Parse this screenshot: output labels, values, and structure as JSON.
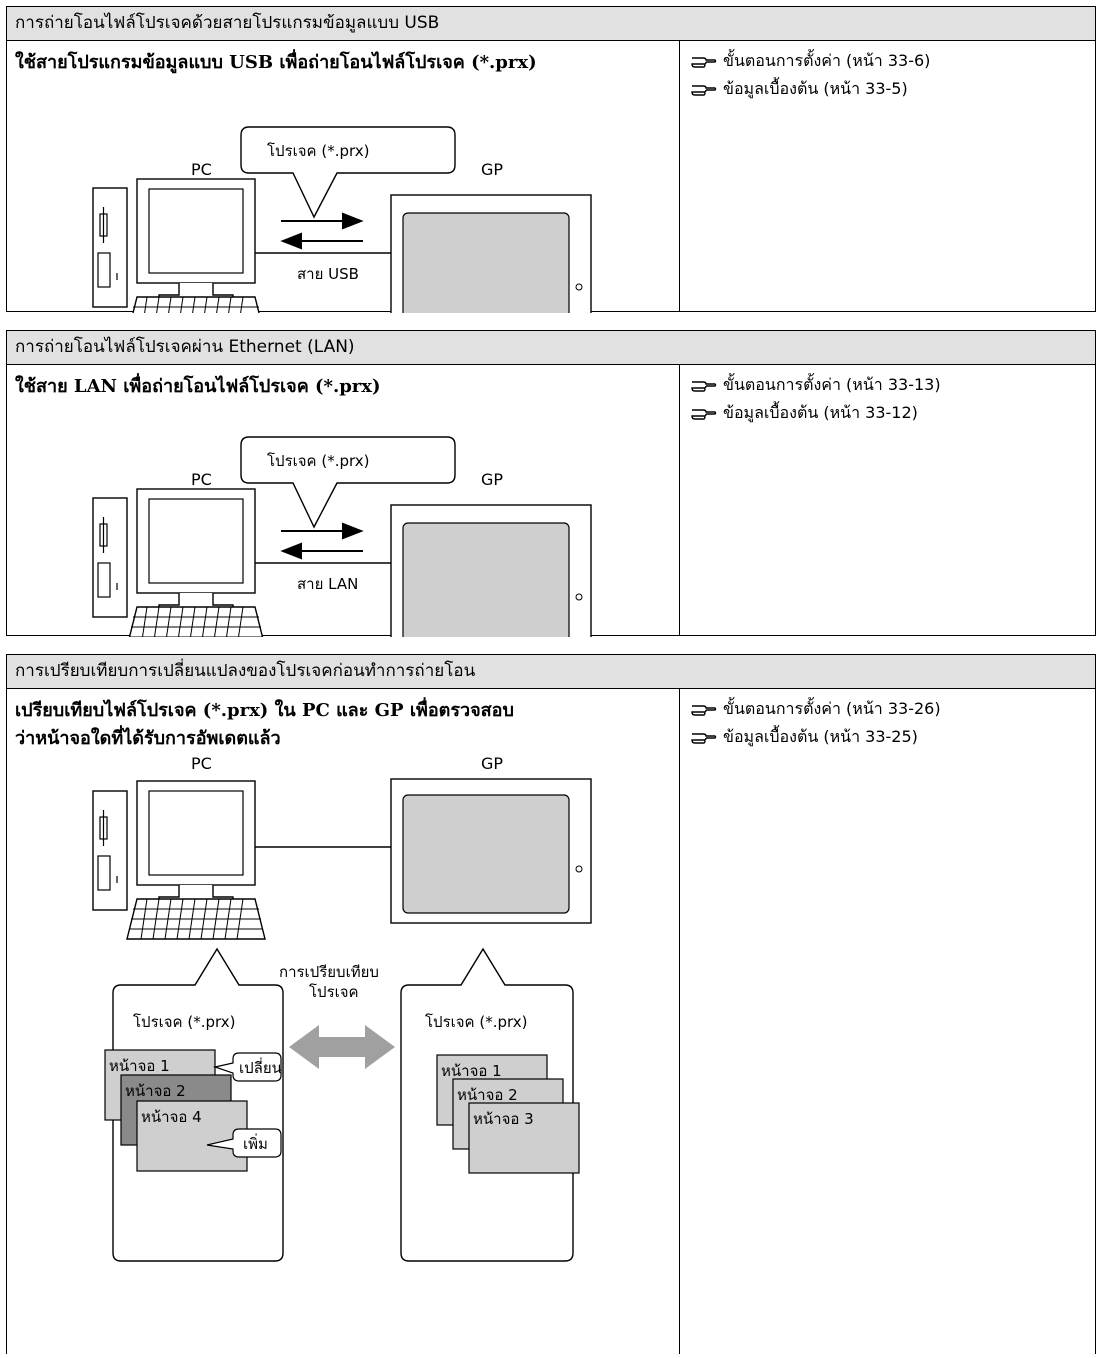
{
  "sections": [
    {
      "header": "การถ่ายโอนไฟล์โปรเจคด้วยสายโปรแกรมข้อมูลแบบ USB",
      "description": "ใช้สายโปรแกรมข้อมูลแบบ USB เพื่อถ่ายโอนไฟล์โปรเจค (*.prx)",
      "refs": [
        "ขั้นตอนการตั้งค่า (หน้า 33-6)",
        "ข้อมูลเบื้องต้น (หน้า 33-5)"
      ],
      "diagram": {
        "pc": "PC",
        "gp": "GP",
        "bubble": "โปรเจค (*.prx)",
        "cable": "สาย USB"
      }
    },
    {
      "header": "การถ่ายโอนไฟล์โปรเจคผ่าน Ethernet (LAN)",
      "description": "ใช้สาย LAN เพื่อถ่ายโอนไฟล์โปรเจค (*.prx)",
      "refs": [
        "ขั้นตอนการตั้งค่า (หน้า 33-13)",
        "ข้อมูลเบื้องต้น (หน้า 33-12)"
      ],
      "diagram": {
        "pc": "PC",
        "gp": "GP",
        "bubble": "โปรเจค (*.prx)",
        "cable": "สาย LAN"
      }
    },
    {
      "header": "การเปรียบเทียบการเปลี่ยนแปลงของโปรเจคก่อนทำการถ่ายโอน",
      "description_line1": "เปรียบเทียบไฟล์โปรเจค (*.prx) ใน PC และ GP เพื่อตรวจสอบ",
      "description_line2": "ว่าหน้าจอใดที่ได้รับการอัพเดตแล้ว",
      "refs": [
        "ขั้นตอนการตั้งค่า (หน้า 33-26)",
        "ข้อมูลเบื้องต้น (หน้า 33-25)"
      ],
      "diagram": {
        "pc": "PC",
        "gp": "GP",
        "compare_line1": "การเปรียบเทียบ",
        "compare_line2": "โปรเจค",
        "pc_project": "โปรเจค (*.prx)",
        "gp_project": "โปรเจค (*.prx)",
        "pc_screens": [
          "หน้าจอ 1",
          "หน้าจอ 2",
          "หน้าจอ 4"
        ],
        "gp_screens": [
          "หน้าจอ 1",
          "หน้าจอ 2",
          "หน้าจอ 3"
        ],
        "changed": "เปลี่ยน",
        "added": "เพิ่ม"
      }
    }
  ],
  "colors": {
    "header_bg": "#e1e1e1",
    "screen_fill": "#cfcfcf",
    "screen_dark": "#8a8a8a",
    "arrow": "#a0a0a0"
  }
}
